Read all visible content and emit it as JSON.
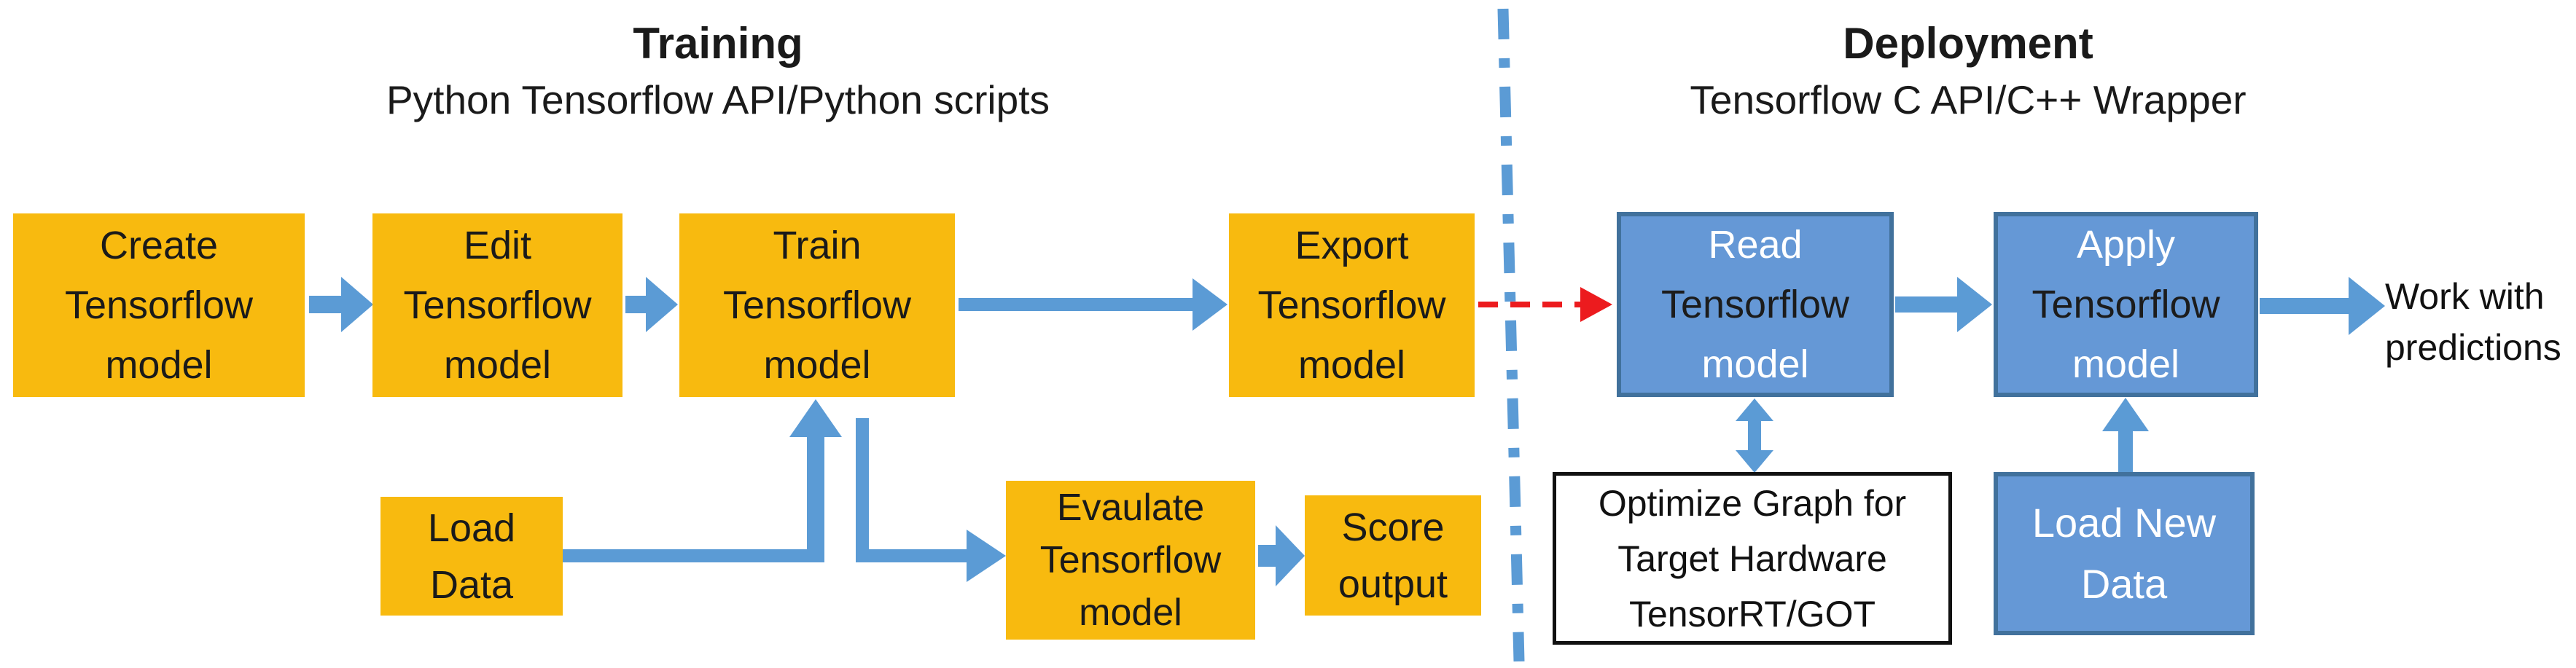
{
  "headers": {
    "training": {
      "title": "Training",
      "subtitle": "Python Tensorflow API/Python scripts"
    },
    "deployment": {
      "title": "Deployment",
      "subtitle": "Tensorflow C API/C++ Wrapper"
    }
  },
  "boxes": {
    "create": {
      "lines": [
        "Create",
        "Tensorflow",
        "model"
      ]
    },
    "edit": {
      "lines": [
        "Edit",
        "Tensorflow",
        "model"
      ]
    },
    "train": {
      "lines": [
        "Train",
        "Tensorflow",
        "model"
      ]
    },
    "export": {
      "lines": [
        "Export",
        "Tensorflow",
        "model"
      ]
    },
    "load_data": {
      "lines": [
        "Load",
        "Data"
      ]
    },
    "evaluate": {
      "lines": [
        "Evaulate",
        "Tensorflow",
        "model"
      ]
    },
    "score": {
      "lines": [
        "Score",
        "output"
      ]
    },
    "read": {
      "lines": [
        "Read",
        "Tensorflow",
        "model"
      ]
    },
    "apply": {
      "lines": [
        "Apply",
        "Tensorflow",
        "model"
      ]
    },
    "optimize": {
      "lines": [
        "Optimize Graph for",
        "Target Hardware",
        "TensorRT/GOT"
      ]
    },
    "load_new_data": {
      "lines": [
        "Load New",
        "Data"
      ]
    }
  },
  "labels": {
    "work_with_predictions": {
      "line1": "Work with",
      "line2": "predictions"
    }
  },
  "colors": {
    "box_orange": "#F8BA0F",
    "box_blue_fill": "#6598D6",
    "box_blue_border": "#41719C",
    "box_white_border": "#111111",
    "arrow_blue": "#5B9BD5",
    "arrow_red": "#EC1B1E",
    "divider_blue": "#5B9BD5",
    "text_dark": "#1A1A1A",
    "text_light": "#FFFFFF"
  }
}
